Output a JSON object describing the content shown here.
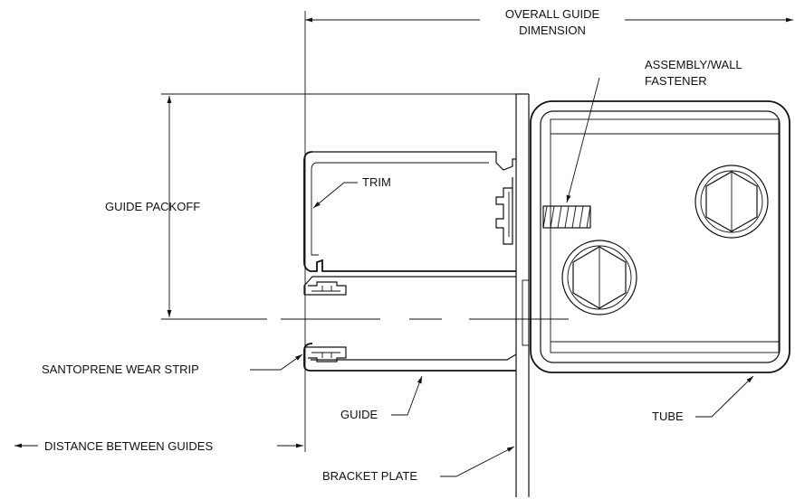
{
  "labels": {
    "overall_guide_line1": "OVERALL GUIDE",
    "overall_guide_line2": "DIMENSION",
    "fastener_line1": "ASSEMBLY/WALL",
    "fastener_line2": "FASTENER",
    "trim": "TRIM",
    "guide_packoff": "GUIDE PACKOFF",
    "wear_strip": "SANTOPRENE WEAR STRIP",
    "guide": "GUIDE",
    "tube": "TUBE",
    "distance_between_guides": "DISTANCE BETWEEN GUIDES",
    "bracket_plate": "BRACKET PLATE"
  }
}
